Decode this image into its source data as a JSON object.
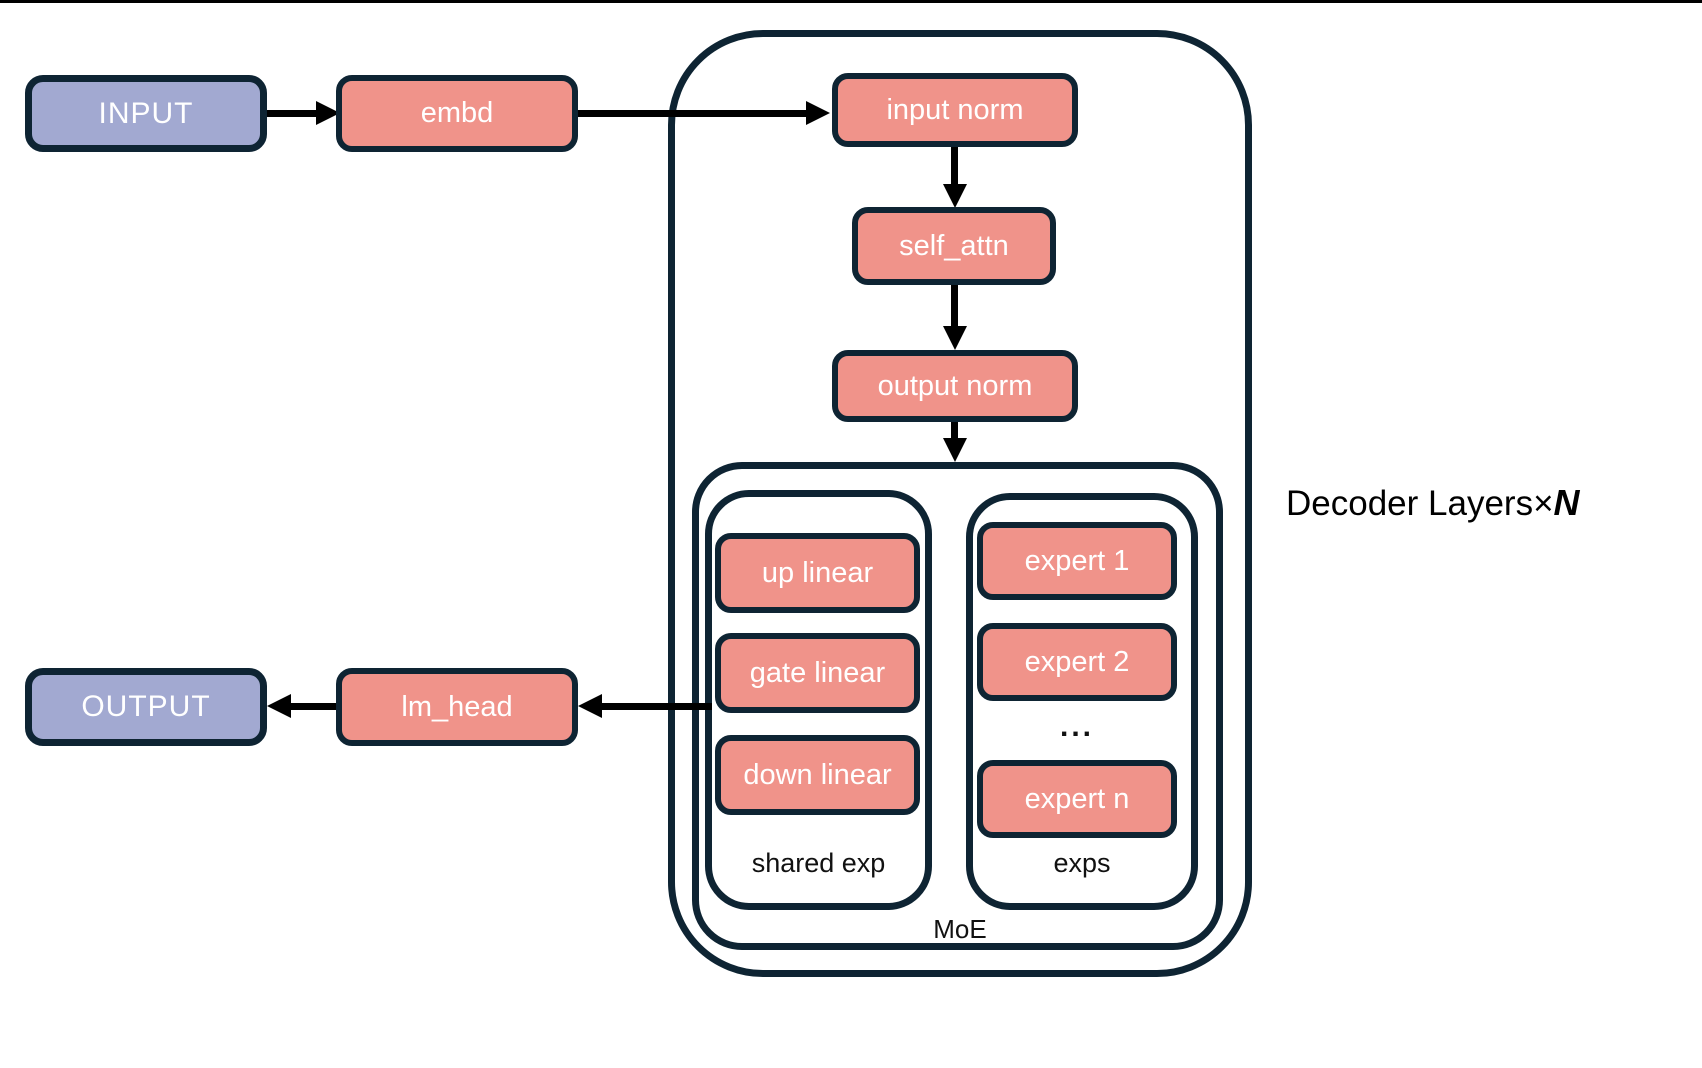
{
  "diagram": {
    "title_note": "",
    "nodes": {
      "input": "INPUT",
      "embd": "embd",
      "input_norm": "input norm",
      "self_attn": "self_attn",
      "output_norm": "output norm",
      "up_linear": "up linear",
      "gate_linear": "gate linear",
      "down_linear": "down linear",
      "expert_1": "expert 1",
      "expert_2": "expert 2",
      "ellipsis": "...",
      "expert_n": "expert n",
      "lm_head": "lm_head",
      "output": "OUTPUT"
    },
    "groups": {
      "shared_exp_label": "shared exp",
      "exps_label": "exps",
      "moe_label": "MoE",
      "decoder_label_prefix": "Decoder Layers",
      "decoder_label_times": "×",
      "decoder_label_n": "N"
    },
    "colors": {
      "block_fill": "#F0938A",
      "io_fill": "#A2A9D1",
      "border": "#0E2433",
      "arrow": "#000000",
      "label_text_light": "#FFFFFF",
      "label_text_dark": "#111111"
    },
    "flow": [
      "INPUT -> embd",
      "embd -> input norm",
      "input norm -> self_attn",
      "self_attn -> output norm",
      "output norm -> MoE",
      "MoE -> lm_head",
      "lm_head -> OUTPUT"
    ]
  }
}
